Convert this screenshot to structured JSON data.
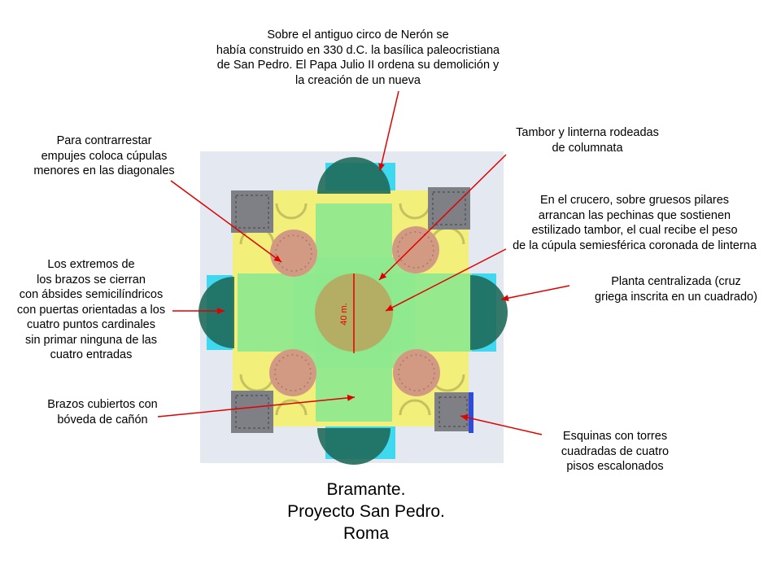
{
  "annotations": {
    "circus": [
      "Sobre el antiguo circo de Nerón se",
      "había construido en 330 d.C. la basílica paleocristiana",
      "de San Pedro. El Papa Julio II ordena su demolición y",
      "la creación de un nueva"
    ],
    "drum": [
      "Tambor y linterna rodeadas",
      "de columnata"
    ],
    "diagonal_domes": [
      "Para contrarrestar",
      "empujes coloca cúpulas",
      "menores en las diagonales"
    ],
    "crossing": [
      "En el crucero, sobre gruesos pilares",
      "arrancan las pechinas que sostienen",
      "estilizado tambor, el cual recibe el peso",
      "de la cúpula semiesférica coronada de linterna"
    ],
    "apses": [
      "Los extremos de",
      "los brazos se cierran",
      "con  ábsides semicilíndricos",
      "con puertas orientadas a los",
      "cuatro puntos cardinales",
      "sin primar ninguna de las",
      "cuatro entradas"
    ],
    "plan": [
      "Planta centralizada (cruz",
      "griega inscrita en un cuadrado)"
    ],
    "vaults": [
      "Brazos cubiertos con",
      "bóveda de cañón"
    ],
    "towers": [
      "Esquinas con torres",
      "cuadradas de cuatro",
      "pisos escalonados"
    ]
  },
  "dimension_label": "40 m.",
  "title": [
    "Bramante.",
    "Proyecto San Pedro.",
    "Roma"
  ],
  "colors": {
    "central_dome": "#b3ae64",
    "greek_cross": "#8ee88e",
    "diagonal_domes": "#d29a82",
    "apses": "#1f6b5a",
    "towers": "#7f7f86",
    "outer_square": "#f2ef7a",
    "arrows": "#e00000",
    "plan_background": "#e4e8f1"
  }
}
